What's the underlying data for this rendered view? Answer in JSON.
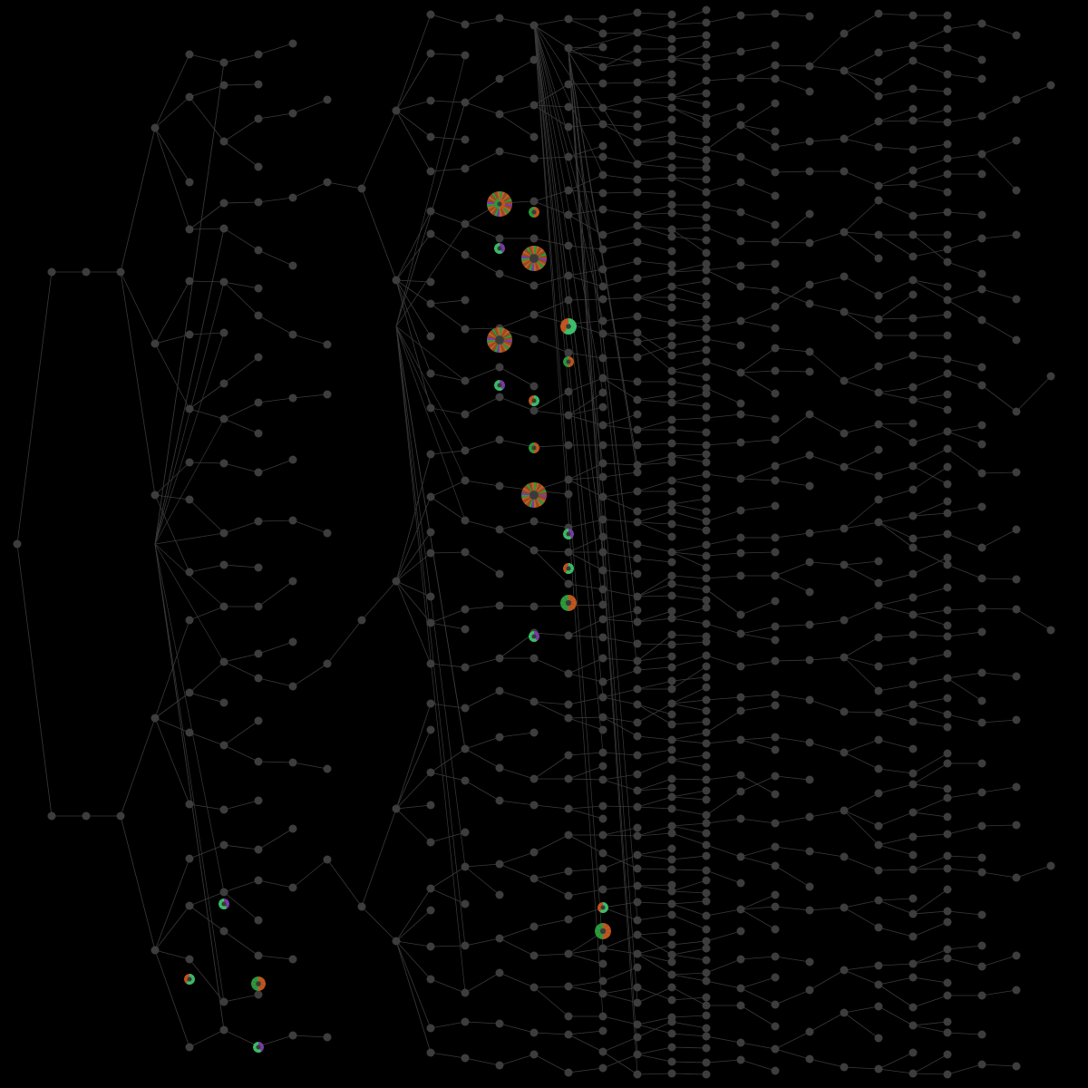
{
  "colors": {
    "background": "#000000",
    "edge": "#3a3a3a",
    "node": "#3d3d3d",
    "pie_palette": [
      "#b5652a",
      "#c0571f",
      "#2e9a3c",
      "#7a3ea8",
      "#a8451d",
      "#3cbf6a"
    ]
  },
  "diagram": {
    "kind": "dendrogram",
    "orientation": "left-to-right",
    "pie_nodes": 23,
    "large_pie_nodes": 4
  }
}
